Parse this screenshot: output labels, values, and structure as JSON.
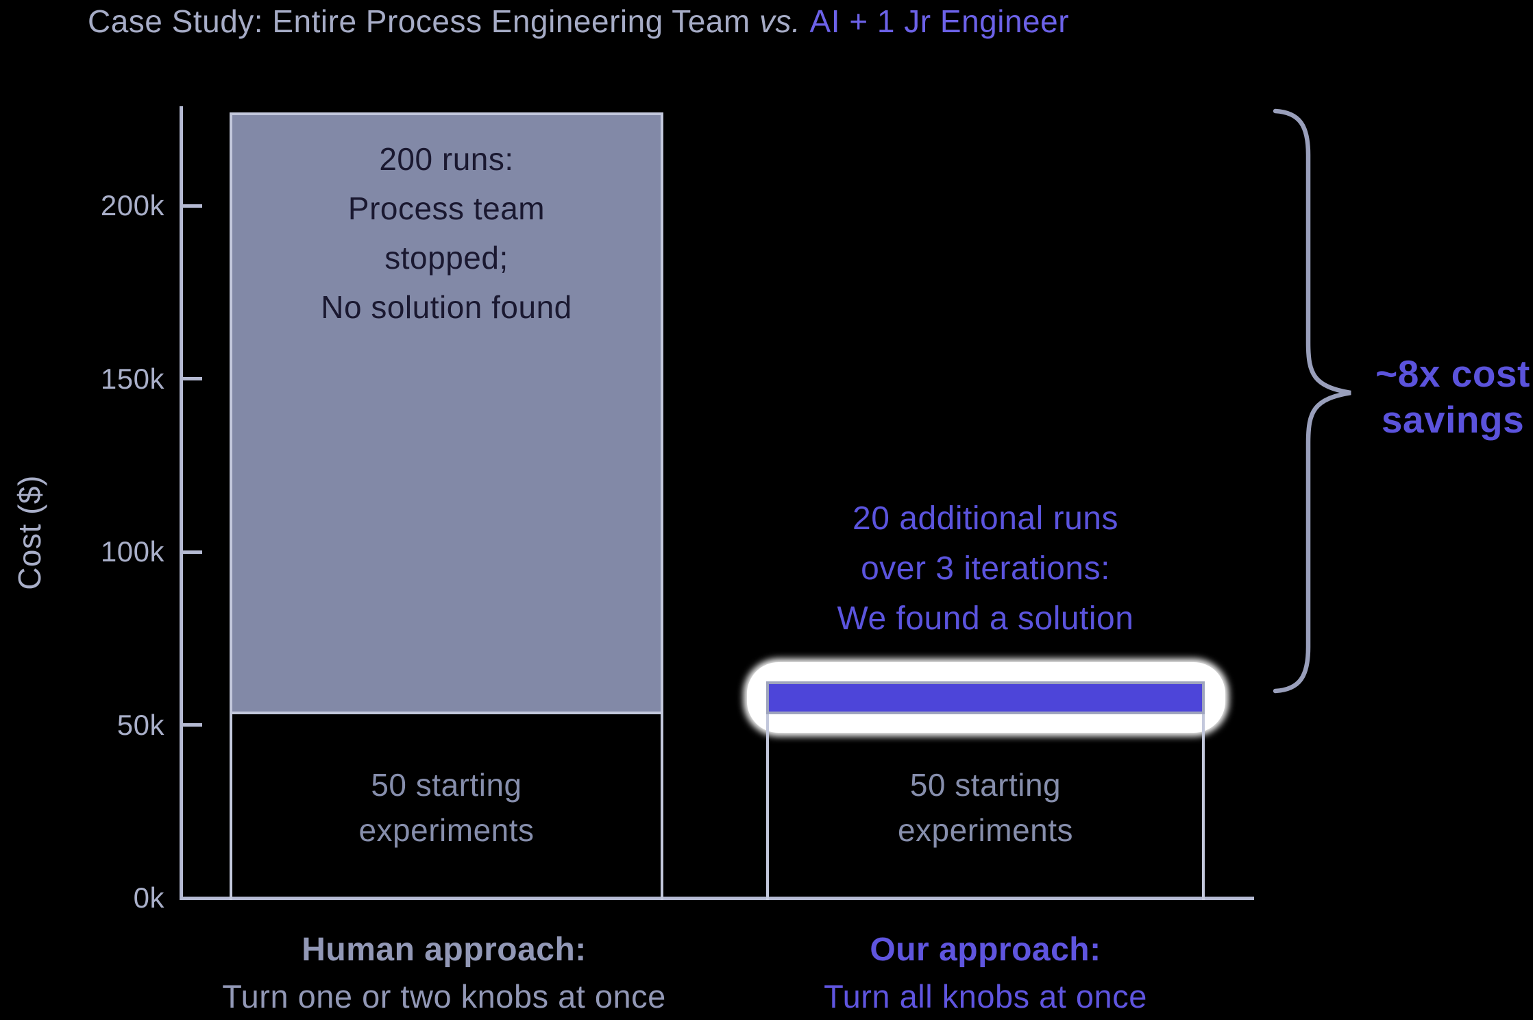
{
  "title": {
    "main": "Case Study: Entire Process Engineering Team",
    "vs": " vs. ",
    "accent": "AI + 1 Jr Engineer"
  },
  "axes": {
    "y_label": "Cost ($)"
  },
  "colors": {
    "background": "#000000",
    "title_gray": "#A6ACC6",
    "title_accent_purple": "#6C62E8",
    "accent_purple": "#5B54DE",
    "axis_lavender": "#B5BAD3",
    "tick_text": "#A9AFC9",
    "bar_gray_fill": "#8289A7",
    "bar_border": "#C3C8DC",
    "gray_segment_text": "#1A1830",
    "dark_segment_text": "#868EAC",
    "purple_fill": "#4D45D9",
    "purple_border": "#9FA5BD",
    "brace": "#999FBB",
    "x_label_gray": "#9298B6",
    "halo_white": "#FFFFFF"
  },
  "chart_data": {
    "type": "bar",
    "stacked": true,
    "title": "Case Study: Entire Process Engineering Team vs. AI + 1 Jr Engineer",
    "ylabel": "Cost ($)",
    "ylim": [
      0,
      230000
    ],
    "grid": false,
    "yticks": [
      {
        "value": 0,
        "label": "0k"
      },
      {
        "value": 50000,
        "label": "50k"
      },
      {
        "value": 100000,
        "label": "100k"
      },
      {
        "value": 150000,
        "label": "150k"
      },
      {
        "value": 200000,
        "label": "200k"
      }
    ],
    "categories": [
      "Human approach",
      "Our approach"
    ],
    "bars": [
      {
        "name": "human",
        "xlabel_bold": "Human approach:",
        "xlabel_sub": "Turn one or two knobs at once",
        "segments": [
          {
            "name": "starting",
            "value": 53000,
            "label": "50 starting\nexperiments"
          },
          {
            "name": "additional",
            "value": 174000,
            "label": "200 runs:\nProcess team\nstopped;\nNo solution found"
          }
        ]
      },
      {
        "name": "ours",
        "xlabel_bold": "Our approach:",
        "xlabel_sub": "Turn all knobs at once",
        "annotation": "20 additional runs\nover 3 iterations:\nWe found a solution",
        "segments": [
          {
            "name": "starting",
            "value": 53000,
            "label": "50 starting\nexperiments"
          },
          {
            "name": "additional",
            "value": 9500,
            "label": ""
          }
        ]
      }
    ],
    "annotation_right": "~8x cost\nsavings"
  }
}
